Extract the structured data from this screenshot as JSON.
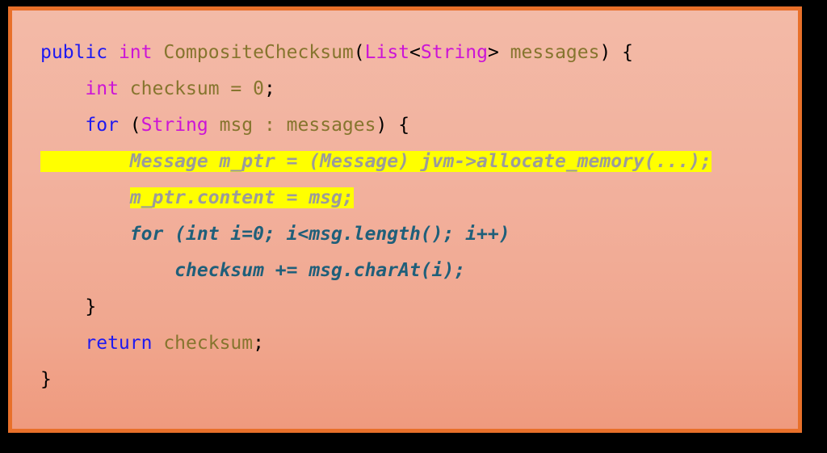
{
  "card": {
    "border_color": "#e8702a",
    "background_top": "#f3baa7",
    "background_bottom": "#ef9a7e",
    "outer_color": "#000000",
    "highlight_color": "#ffff00"
  },
  "colors": {
    "keyword": "#1f19f0",
    "type": "#cc14d6",
    "identifier": "#86752e",
    "punctuation": "#000000",
    "ghost_text": "#9b9b9b",
    "inner_text": "#1f5f7a"
  },
  "code": {
    "language": "java",
    "lines": [
      {
        "n": 1,
        "indent": 0,
        "text": "public int CompositeChecksum(List<String> messages) {",
        "tokens": [
          {
            "t": "public",
            "c": "kw"
          },
          {
            "t": " ",
            "c": "plain"
          },
          {
            "t": "int",
            "c": "type"
          },
          {
            "t": " ",
            "c": "plain"
          },
          {
            "t": "CompositeChecksum",
            "c": "ident"
          },
          {
            "t": "(",
            "c": "punc"
          },
          {
            "t": "List",
            "c": "type"
          },
          {
            "t": "<",
            "c": "punc"
          },
          {
            "t": "String",
            "c": "type"
          },
          {
            "t": ">",
            "c": "punc"
          },
          {
            "t": " messages",
            "c": "ident"
          },
          {
            "t": ")",
            "c": "punc"
          },
          {
            "t": " ",
            "c": "plain"
          },
          {
            "t": "{",
            "c": "punc"
          }
        ]
      },
      {
        "n": 2,
        "indent": 1,
        "text": "int checksum = 0;",
        "tokens": [
          {
            "t": "int",
            "c": "type"
          },
          {
            "t": " checksum = 0",
            "c": "ident"
          },
          {
            "t": ";",
            "c": "punc"
          }
        ]
      },
      {
        "n": 3,
        "indent": 1,
        "text": "for (String msg : messages) {",
        "tokens": [
          {
            "t": "for",
            "c": "kw"
          },
          {
            "t": " ",
            "c": "plain"
          },
          {
            "t": "(",
            "c": "punc"
          },
          {
            "t": "String",
            "c": "type"
          },
          {
            "t": " msg : messages",
            "c": "ident"
          },
          {
            "t": ")",
            "c": "punc"
          },
          {
            "t": " ",
            "c": "plain"
          },
          {
            "t": "{",
            "c": "punc"
          }
        ]
      },
      {
        "n": 4,
        "indent": 2,
        "text": "Message m_ptr = (Message) jvm->allocate_memory(...);",
        "style": "ghost",
        "highlighted": true,
        "highlight_full_line": true
      },
      {
        "n": 5,
        "indent": 2,
        "text": "m_ptr.content = msg;",
        "style": "ghost",
        "highlighted": true,
        "highlight_full_line": false
      },
      {
        "n": 6,
        "indent": 2,
        "text": "for (int i=0; i<msg.length(); i++)",
        "style": "inner",
        "highlighted": false
      },
      {
        "n": 7,
        "indent": 3,
        "text": "checksum += msg.charAt(i);",
        "style": "inner",
        "highlighted": false
      },
      {
        "n": 8,
        "indent": 1,
        "text": "}",
        "tokens": [
          {
            "t": "}",
            "c": "punc"
          }
        ]
      },
      {
        "n": 9,
        "indent": 1,
        "text": "return checksum;",
        "tokens": [
          {
            "t": "return",
            "c": "kw"
          },
          {
            "t": " checksum",
            "c": "ident"
          },
          {
            "t": ";",
            "c": "punc"
          }
        ]
      },
      {
        "n": 10,
        "indent": 0,
        "text": "}",
        "tokens": [
          {
            "t": "}",
            "c": "punc"
          }
        ]
      }
    ]
  }
}
